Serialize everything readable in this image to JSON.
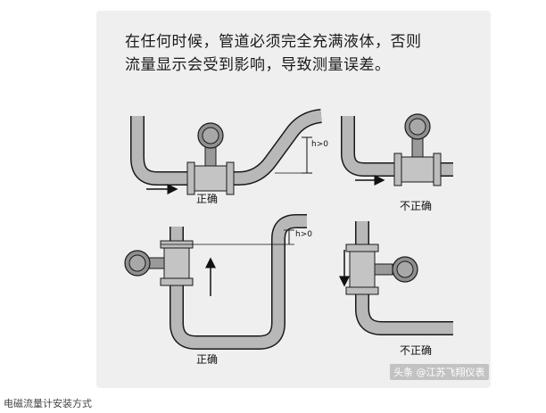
{
  "heading": {
    "line1": "在任何时候，管道必须完全充满液体，否则",
    "line2": "流量显示会受到影响，导致测量误差。"
  },
  "labels": {
    "top_left": "正确",
    "top_right": "不正确",
    "bottom_left": "正确",
    "bottom_right": "不正确"
  },
  "height_labels": {
    "top": "h>0",
    "bottom": "h>0"
  },
  "watermark": "头条 @江苏飞翔仪表",
  "caption": "电磁流量计安装方式",
  "colors": {
    "pipe_fill": "#b8b8b8",
    "pipe_stroke": "#1a1a1a",
    "panel_bg": "#efefef"
  }
}
